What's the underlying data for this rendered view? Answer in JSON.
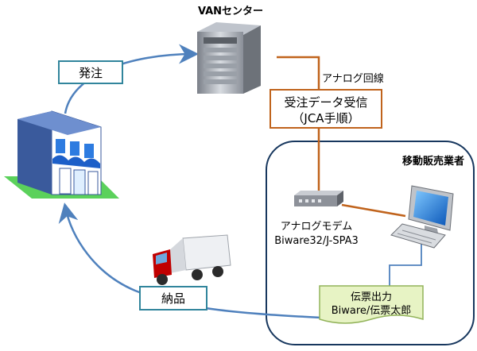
{
  "diagram": {
    "van_center_label": "VANセンター",
    "order_label": "発注",
    "analog_line_label": "アナログ回線",
    "receive_box": {
      "line1": "受注データ受信",
      "line2": "（JCA手順）"
    },
    "vendor_region_label": "移動販売業者",
    "modem": {
      "line1": "アナログモデム",
      "line2": "Biware32/J-SPA3"
    },
    "slip": {
      "line1": "伝票出力",
      "line2": "Biware/伝票太郎"
    },
    "delivery_label": "納品"
  },
  "icons": {
    "store": "store-building-icon",
    "server": "server-tower-icon",
    "modem": "analog-modem-icon",
    "computer": "desktop-computer-icon",
    "truck": "delivery-truck-icon"
  },
  "colors": {
    "flow_arrow": "#4f81bd",
    "analog_line": "#c0631c",
    "region_border": "#17375e",
    "label_border": "#31859c",
    "receive_border": "#c0631c",
    "slip_fill": "#e7f3c4",
    "slip_border": "#92b35a",
    "truck_cab": "#c00000"
  }
}
